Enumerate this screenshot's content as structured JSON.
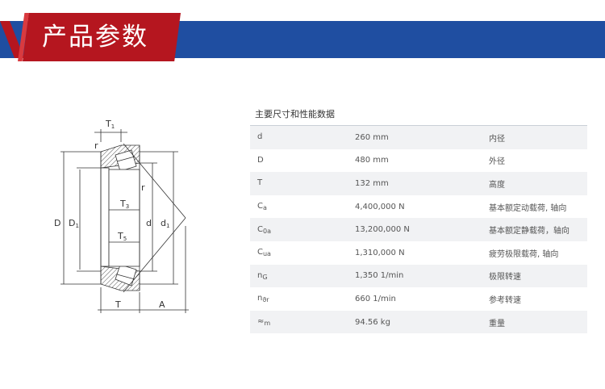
{
  "banner": {
    "title": "产品参数"
  },
  "drawing": {
    "labels": {
      "T1": "T",
      "T1_sub": "1",
      "r_top": "r",
      "r_right": "r",
      "T3": "T",
      "T3_sub": "3",
      "T5": "T",
      "T5_sub": "5",
      "D": "D",
      "D1": "D",
      "D1_sub": "1",
      "d": "d",
      "d1": "d",
      "d1_sub": "1",
      "T": "T",
      "A": "A"
    }
  },
  "params": {
    "title": "主要尺寸和性能数据",
    "rows": [
      {
        "sym": "d",
        "sub": "",
        "value": "260 mm",
        "desc": "内径"
      },
      {
        "sym": "D",
        "sub": "",
        "value": "480 mm",
        "desc": "外径"
      },
      {
        "sym": "T",
        "sub": "",
        "value": "132 mm",
        "desc": "高度"
      },
      {
        "sym": "C",
        "sub": "a",
        "value": "4,400,000 N",
        "desc": "基本额定动载荷, 轴向"
      },
      {
        "sym": "C",
        "sub": "0a",
        "value": "13,200,000 N",
        "desc": "基本额定静载荷，轴向"
      },
      {
        "sym": "C",
        "sub": "ua",
        "value": "1,310,000 N",
        "desc": "疲劳极限载荷, 轴向"
      },
      {
        "sym": "n",
        "sub": "G",
        "value": "1,350 1/min",
        "desc": "极限转速"
      },
      {
        "sym": "n",
        "sub": "ϑr",
        "value": "660 1/min",
        "desc": "参考转速"
      },
      {
        "sym": "≈",
        "sub": "m",
        "value": "94.56 kg",
        "desc": "重量"
      }
    ]
  }
}
